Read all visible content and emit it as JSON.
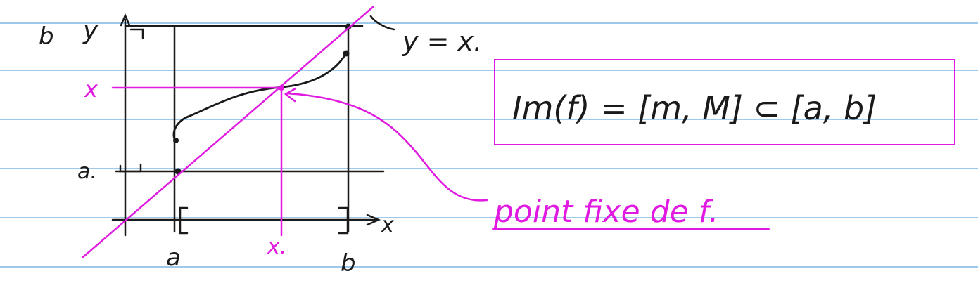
{
  "colors": {
    "paper": "#ffffff",
    "rule_line": "#9ec9ea",
    "ink": "#1a1a1a",
    "highlight": "#e01ae0"
  },
  "graph": {
    "y_axis_label": "y",
    "x_axis_label": "x",
    "tick_left": "a",
    "tick_right": "b",
    "tick_bottom": "b",
    "y_tick_b": "b",
    "y_tick_a": "a.",
    "diagonal_label": "y = x.",
    "fixed_x_label": "x",
    "fixed_x_bottom_label": "x."
  },
  "formula_box": {
    "text": "Im(f) = [m, M] ⊂ [a, b]"
  },
  "annotation": {
    "text": "point fixe de f."
  }
}
